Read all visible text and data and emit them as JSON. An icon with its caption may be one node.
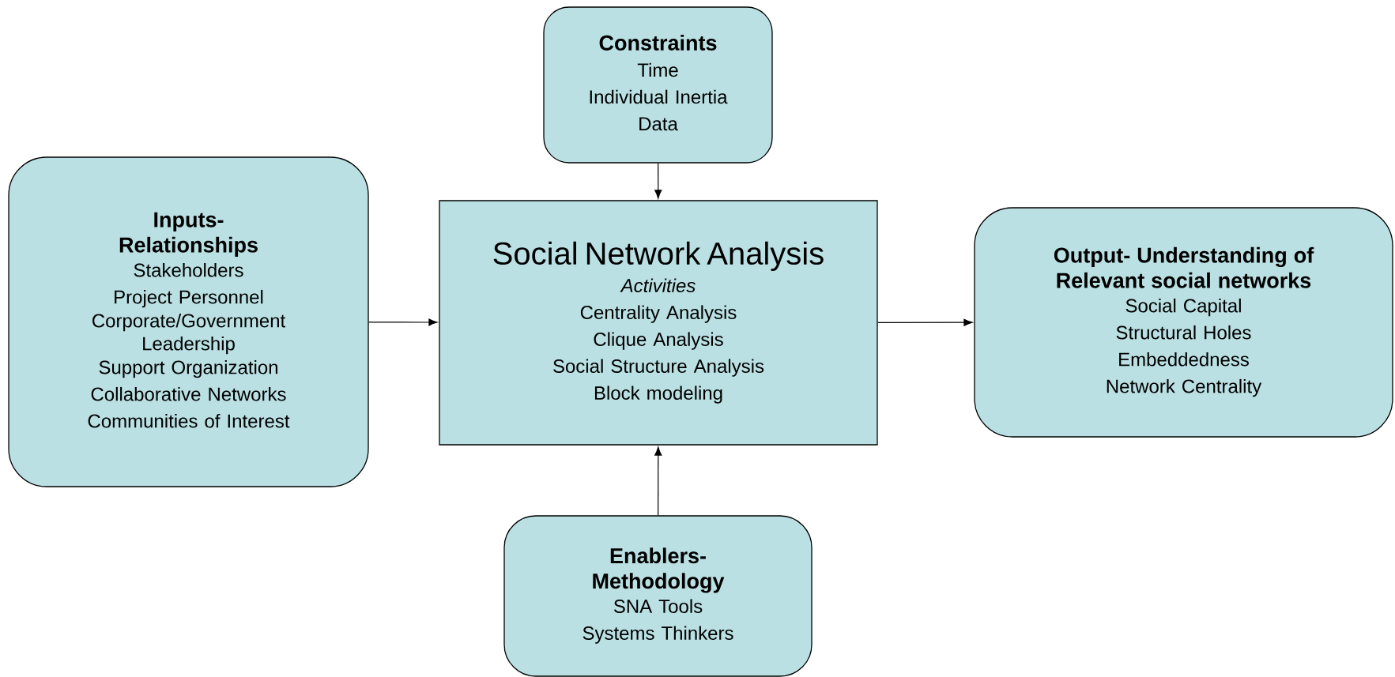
{
  "diagram": {
    "nodes": [
      {
        "text": [
          "Constraints",
          "Time",
          "Individual Inertia",
          "Data"
        ]
      },
      {
        "text": [
          "Inputs- Relationships",
          "Stakeholders",
          "Project Personnel",
          "Corporate/Government Leadership",
          "Support Organization",
          "Collaborative Networks",
          "Communities of Interest"
        ]
      },
      {
        "text": [
          "Social Network Analysis",
          "Activities",
          "Centrality Analysis",
          "Clique Analysis",
          "Social Structure Analysis",
          "Block modeling"
        ]
      },
      {
        "text": [
          "Output- Understanding of Relevant social networks",
          "Social Capital",
          "Structural Holes",
          "Embeddedness",
          "Network Centrality"
        ]
      },
      {
        "text": [
          "Enablers- Methodology",
          "SNA Tools",
          "Systems Thinkers"
        ]
      }
    ],
    "edges": [
      {
        "from": 0,
        "to": 2,
        "arrow": "to"
      },
      {
        "from": 1,
        "to": 2,
        "arrow": "to"
      },
      {
        "from": 2,
        "to": 3,
        "arrow": "to"
      },
      {
        "from": 4,
        "to": 2,
        "arrow": "to"
      }
    ]
  }
}
